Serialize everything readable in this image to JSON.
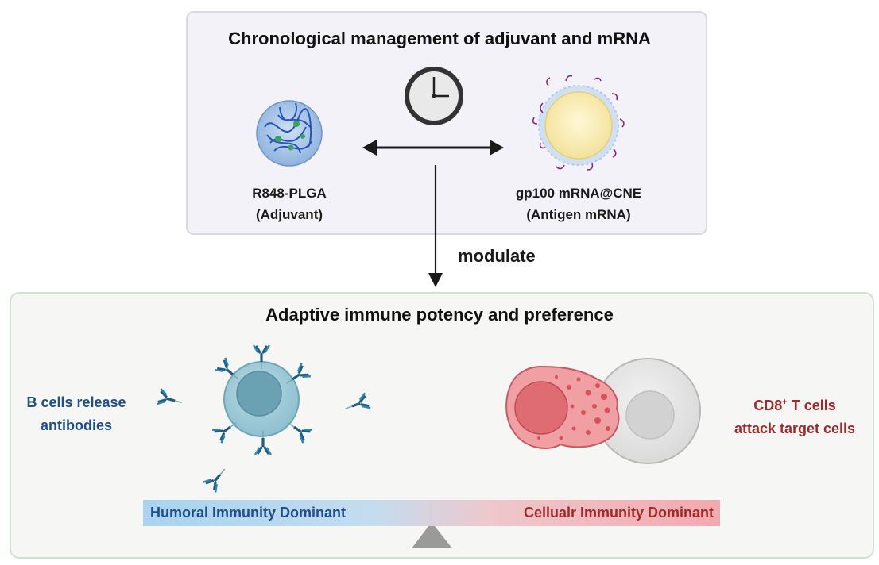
{
  "top_panel": {
    "title": "Chronological management of adjuvant and mRNA",
    "left_item": {
      "name": "R848-PLGA",
      "role": "(Adjuvant)"
    },
    "right_item": {
      "name": "gp100 mRNA@CNE",
      "role": "(Antigen mRNA)"
    }
  },
  "connector": {
    "label": "modulate"
  },
  "bottom_panel": {
    "title": "Adaptive immune potency and preference",
    "left_caption": {
      "line1": "B cells release",
      "line2": "antibodies"
    },
    "right_caption": {
      "line1_main": "CD8",
      "line1_sup": "+",
      "line1_rest": " T cells",
      "line2": "attack target cells"
    },
    "scale": {
      "left_label": "Humoral Immunity Dominant",
      "right_label": "Cellualr Immunity Dominant"
    }
  },
  "colors": {
    "humoral": "#1f4e8c",
    "cellular": "#a02a2a",
    "arrow": "#1a1a1a"
  },
  "icons": [
    "clock-icon",
    "plga-nanoparticle-icon",
    "cationic-nanoemulsion-icon",
    "b-cell-icon",
    "antibody-icon",
    "t-cell-icon",
    "target-cell-icon",
    "fulcrum-icon"
  ]
}
